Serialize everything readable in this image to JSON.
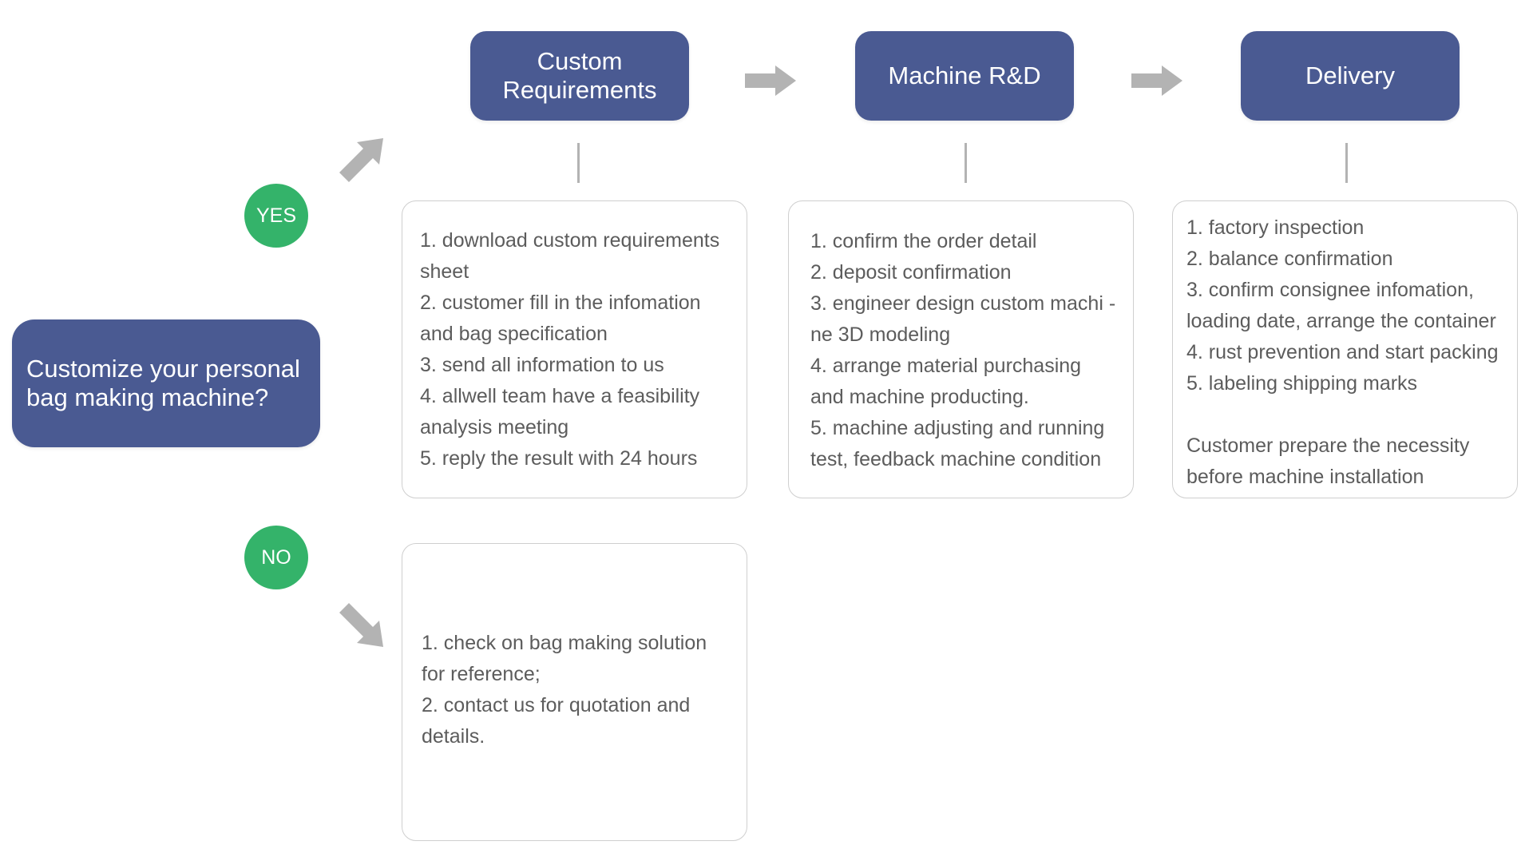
{
  "start": {
    "label": "Customize your personal bag making machine?"
  },
  "branches": {
    "yes": "YES",
    "no": "NO"
  },
  "steps": [
    {
      "title": "Custom Requirements"
    },
    {
      "title": "Machine R&D"
    },
    {
      "title": "Delivery"
    }
  ],
  "details": {
    "custom": [
      "1. download custom requirements sheet",
      "2. customer fill in the infomation and bag specification",
      "3. send all information to us",
      "4. allwell team have a feasibility analysis meeting",
      "5. reply the result with 24 hours"
    ],
    "rnd": [
      "1. confirm the order detail",
      "2. deposit confirmation",
      "3. engineer design custom machi -ne 3D modeling",
      "4. arrange material purchasing and machine producting.",
      "5. machine adjusting and running test, feedback machine condition"
    ],
    "delivery": [
      "1. factory inspection",
      "2. balance confirmation",
      "3. confirm consignee infomation, loading date, arrange the container",
      "4. rust prevention and start packing",
      "5. labeling shipping marks"
    ],
    "delivery_note": "Customer prepare the necessity before machine installation",
    "no_branch": [
      "1. check on bag making solution for reference;",
      "2. contact us for quotation and details."
    ]
  },
  "colors": {
    "box_blue": "#4a5a92",
    "circle_green": "#34b36a",
    "arrow_gray": "#b3b3b3",
    "text_gray": "#5c5c5c",
    "border_gray": "#cfcfcf"
  }
}
